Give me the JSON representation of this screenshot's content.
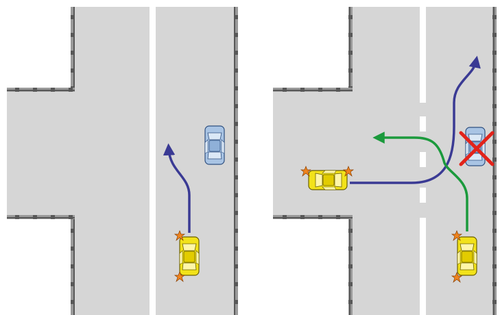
{
  "colors": {
    "road": "#d6d6d6",
    "curb_dark": "#585858",
    "curb_light": "#b8b8b8",
    "lane_line": "#ffffff",
    "yellow_car": "#f2e21a",
    "yellow_car_dark": "#c9b200",
    "blue_car": "#a9c4e4",
    "blue_car_dark": "#5f7fae",
    "blinker": "#f0841f",
    "path_blue": "#3a3a94",
    "path_green": "#1b9a3c",
    "cross_red": "#e2231a"
  },
  "diagrams": [
    {
      "id": "left",
      "lane_divider": "solid",
      "vehicles": [
        {
          "kind": "yellow-car",
          "heading": "up",
          "blinkers": "left",
          "role": "turning"
        },
        {
          "kind": "blue-car",
          "heading": "up",
          "role": "parked"
        }
      ],
      "paths": [
        {
          "color": "blue",
          "shape": "left-curve-up"
        }
      ]
    },
    {
      "id": "right",
      "lane_divider": "dashed-gap",
      "vehicles": [
        {
          "kind": "yellow-car",
          "heading": "left",
          "blinkers": "right",
          "role": "exiting-side-road"
        },
        {
          "kind": "yellow-car",
          "heading": "up",
          "blinkers": "left",
          "role": "turning-left"
        },
        {
          "kind": "blue-car",
          "heading": "up",
          "role": "crossed-out"
        }
      ],
      "paths": [
        {
          "color": "blue",
          "shape": "right-turn-into-far-lane"
        },
        {
          "color": "green",
          "shape": "left-turn-into-side-road"
        }
      ],
      "markers": [
        {
          "icon": "red-x-icon",
          "target": "blue-car"
        }
      ]
    }
  ]
}
